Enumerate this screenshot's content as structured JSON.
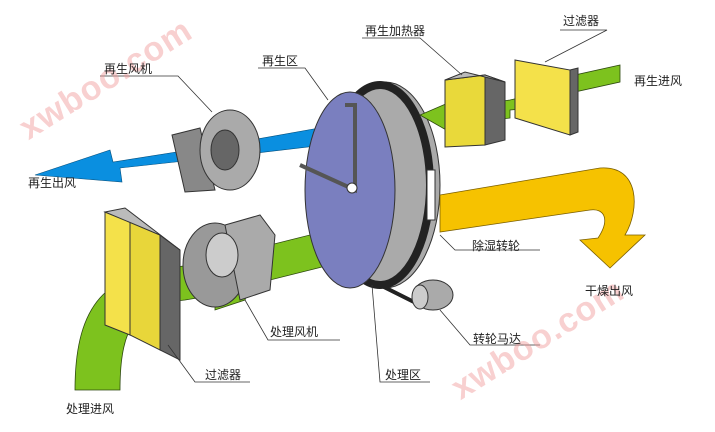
{
  "labels": {
    "regen_heater": "再生加热器",
    "filter_top": "过滤器",
    "regen_inlet": "再生进风",
    "regen_fan": "再生风机",
    "regen_zone": "再生区",
    "regen_outlet": "再生出风",
    "desiccant_wheel": "除湿转轮",
    "dry_outlet": "干燥出风",
    "process_fan": "处理风机",
    "wheel_motor": "转轮马达",
    "filter_bottom": "过滤器",
    "process_zone": "处理区",
    "process_inlet": "处理进风"
  },
  "watermark": "xwboo.com",
  "colors": {
    "green": "#7dc21e",
    "blue": "#0a8fe0",
    "yellow": "#f6c200",
    "wheel": "#7a7fbf"
  }
}
